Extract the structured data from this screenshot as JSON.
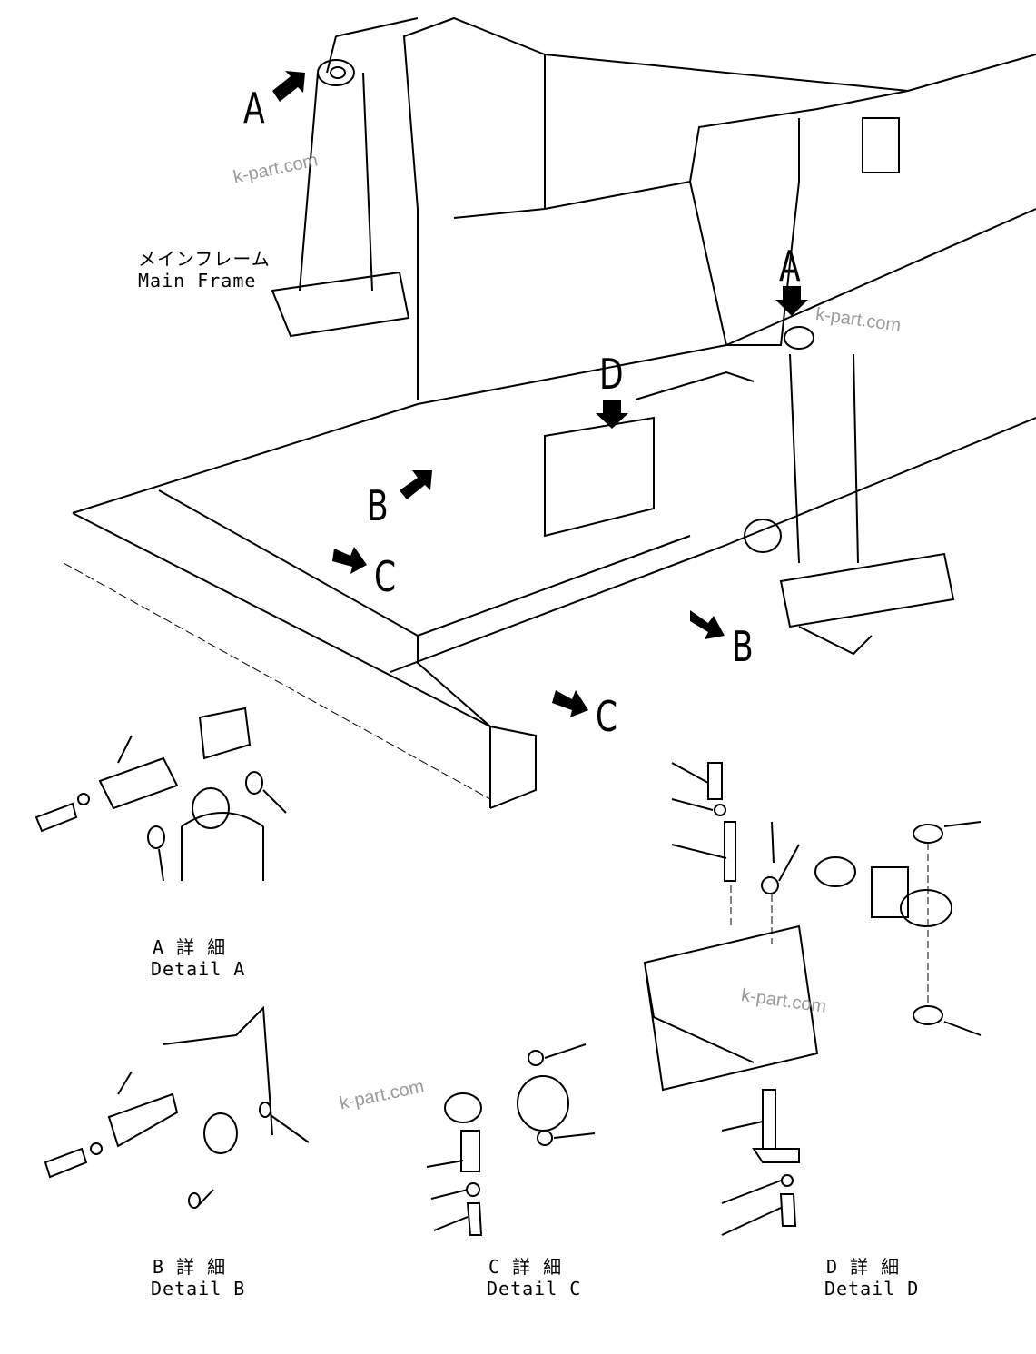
{
  "main_frame_label": {
    "jp": "メインフレーム",
    "en": "Main Frame"
  },
  "callouts": {
    "a1": "A",
    "a2": "A",
    "b1": "B",
    "b2": "B",
    "c1": "C",
    "c2": "C",
    "d1": "D"
  },
  "details": [
    {
      "jp": "A 詳 細",
      "en": "Detail A"
    },
    {
      "jp": "B 詳 細",
      "en": "Detail B"
    },
    {
      "jp": "C 詳 細",
      "en": "Detail C"
    },
    {
      "jp": "D 詳 細",
      "en": "Detail D"
    }
  ],
  "watermark": "k-part.com",
  "colors": {
    "line": "#000000",
    "watermark": "#9a9a9a"
  }
}
